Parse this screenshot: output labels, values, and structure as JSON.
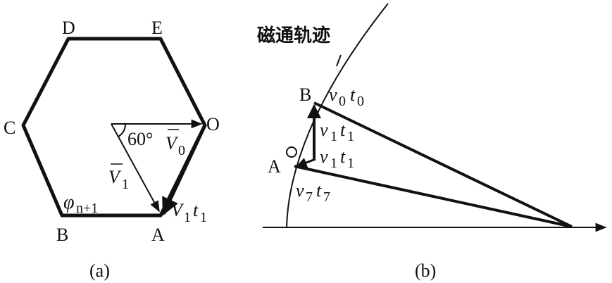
{
  "panel_a": {
    "vertices": {
      "D": "D",
      "E": "E",
      "C": "C",
      "O": "O",
      "B": "B",
      "A": "A"
    },
    "angle_label": "60°",
    "v0_main": "V",
    "v0_sub": "0",
    "v1_main": "V",
    "v1_sub": "1",
    "phi_main": "φ",
    "phi_sub": "n+1",
    "v1t1_v": "V",
    "v1t1_vsub": "1",
    "v1t1_t": "t",
    "v1t1_tsub": "1",
    "caption": "(a)"
  },
  "panel_b": {
    "title": "磁通轨迹",
    "point_b": "B",
    "point_a": "A",
    "v0t0_v": "v",
    "v0t0_vsub": "0",
    "v0t0_t": "t",
    "v0t0_tsub": "0",
    "v1t1_upper_v": "v",
    "v1t1_upper_vsub": "1",
    "v1t1_upper_t": "t",
    "v1t1_upper_tsub": "1",
    "v1t1_lower_v": "v",
    "v1t1_lower_vsub": "1",
    "v1t1_lower_t": "t",
    "v1t1_lower_tsub": "1",
    "v7t7_v": "v",
    "v7t7_vsub": "7",
    "v7t7_t": "t",
    "v7t7_tsub": "7",
    "caption": "(b)"
  }
}
